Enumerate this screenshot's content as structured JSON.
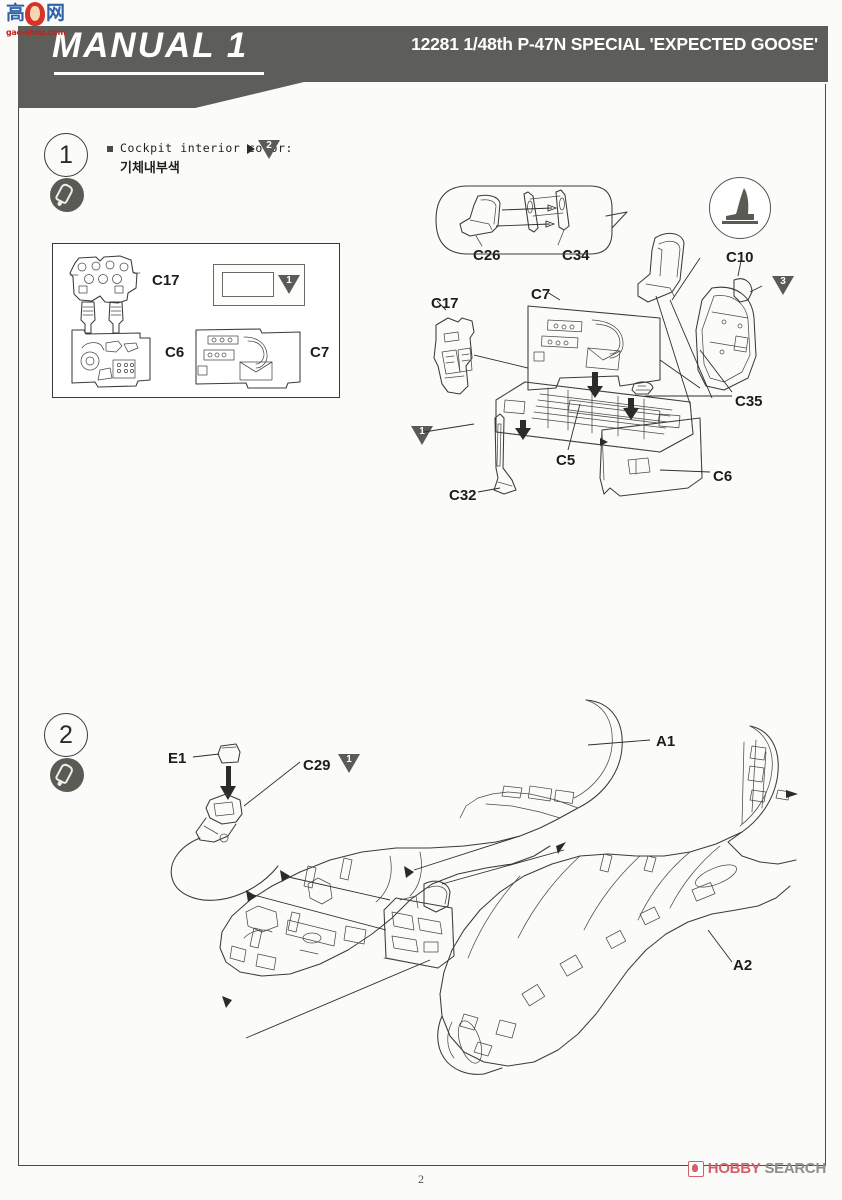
{
  "watermark_logo": {
    "char_left": "高",
    "char_right": "网",
    "domain": "gao-shou.com"
  },
  "header": {
    "manual_label": "MANUAL 1",
    "kit_title": "12281 1/48th P-47N SPECIAL 'EXPECTED GOOSE'"
  },
  "steps": [
    {
      "number": "1",
      "paint_icon": "paint-brush-icon",
      "note_en": "Cockpit interior color:",
      "note_kr": "기체내부색",
      "note_bullet": "square-bullet",
      "note_arrow": "arrow-right-icon",
      "note_paint_code": "2",
      "parts_reference": {
        "labels": [
          "C17",
          "C6",
          "C7"
        ],
        "swatch_paint_code": "1"
      },
      "assembly": {
        "callout_labels": [
          "C26",
          "C34"
        ],
        "part_labels": [
          "C17",
          "C7",
          "C10",
          "C35",
          "C5",
          "C32",
          "C6"
        ],
        "paint_triangles": [
          "1",
          "3"
        ],
        "seat_inset_icon": "seat-silhouette-icon"
      }
    },
    {
      "number": "2",
      "paint_icon": "paint-brush-icon",
      "assembly": {
        "part_labels": [
          "E1",
          "C29",
          "A1",
          "A2"
        ],
        "paint_triangles": [
          "1"
        ]
      }
    }
  ],
  "footer": {
    "page_number": "2",
    "source_watermark_1": "HOBBY",
    "source_watermark_2": "SEARCH"
  },
  "colors": {
    "header_band": "#5d5d59",
    "line_art": "#3b3b38",
    "badge_dark": "#5b5b55",
    "watermark_red": "#d4606a",
    "logo_blue": "#2f62a8"
  }
}
